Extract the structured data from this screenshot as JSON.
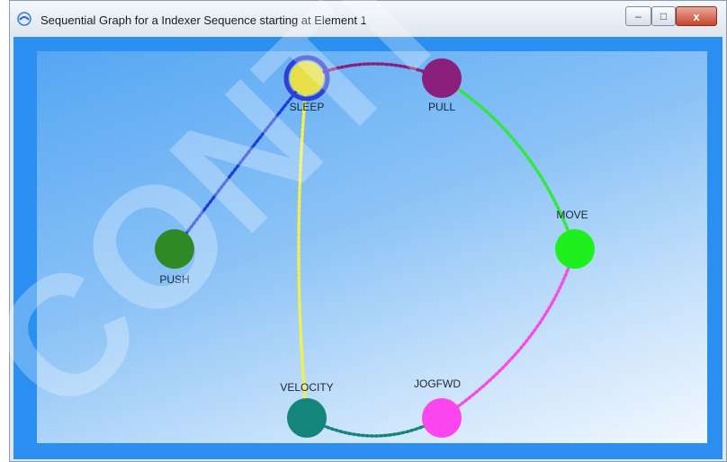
{
  "window": {
    "title": "Sequential Graph for a Indexer Sequence starting at Element 1",
    "controls": {
      "minimize": "–",
      "maximize": "□",
      "close": "x"
    }
  },
  "graph": {
    "nodes": [
      {
        "id": "sleep",
        "label": "SLEEP",
        "color": "#e8e04a",
        "selected": true
      },
      {
        "id": "pull",
        "label": "PULL",
        "color": "#8b1f7c"
      },
      {
        "id": "move",
        "label": "MOVE",
        "color": "#1ef01e"
      },
      {
        "id": "jogfwd",
        "label": "JOGFWD",
        "color": "#fb45ee"
      },
      {
        "id": "velocity",
        "label": "VELOCITY",
        "color": "#13857a"
      },
      {
        "id": "push",
        "label": "PUSH",
        "color": "#2f8a26"
      }
    ],
    "edges": [
      {
        "from": "sleep",
        "to": "pull",
        "color": "#8b1f7c"
      },
      {
        "from": "pull",
        "to": "move",
        "color": "#2ee83a"
      },
      {
        "from": "move",
        "to": "jogfwd",
        "color": "#f24ee4"
      },
      {
        "from": "jogfwd",
        "to": "velocity",
        "color": "#13857a"
      },
      {
        "from": "velocity",
        "to": "sleep",
        "color": "#f4f04a"
      },
      {
        "from": "push",
        "to": "sleep",
        "color": "#1e3fd6"
      }
    ]
  },
  "watermark": {
    "text": "CONTI"
  }
}
